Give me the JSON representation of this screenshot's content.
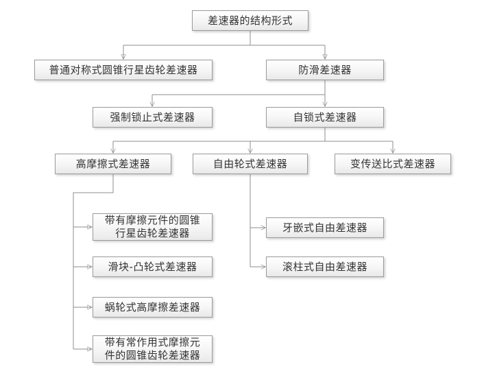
{
  "diagram": {
    "type": "hierarchy-flowchart",
    "nodes": [
      {
        "id": "root",
        "label": "差速器的结构形式"
      },
      {
        "id": "ordinary-symmetric",
        "label": "普通对称式圆锥行星齿轮差速器"
      },
      {
        "id": "anti-slip",
        "label": "防滑差速器"
      },
      {
        "id": "forced-locking",
        "label": "强制锁止式差速器"
      },
      {
        "id": "self-locking",
        "label": "自锁式差速器"
      },
      {
        "id": "high-friction",
        "label": "高摩擦式差速器"
      },
      {
        "id": "freewheel",
        "label": "自由轮式差速器"
      },
      {
        "id": "variable-ratio",
        "label": "变传送比式差速器"
      },
      {
        "id": "friction-element-bevel",
        "label": "带有摩擦元件的圆锥\n行星齿轮差速器"
      },
      {
        "id": "slider-cam",
        "label": "滑块-凸轮式差速器"
      },
      {
        "id": "worm-gear-high-friction",
        "label": "蜗轮式高摩擦差速器"
      },
      {
        "id": "constant-friction-bevel",
        "label": "带有常作用式摩擦元\n件的圆锥齿轮差速器"
      },
      {
        "id": "dog-clutch-free",
        "label": "牙嵌式自由差速器"
      },
      {
        "id": "roller-free",
        "label": "滚柱式自由差速器"
      }
    ],
    "edges": [
      {
        "from": "root",
        "to": "ordinary-symmetric"
      },
      {
        "from": "root",
        "to": "anti-slip"
      },
      {
        "from": "anti-slip",
        "to": "forced-locking"
      },
      {
        "from": "anti-slip",
        "to": "self-locking"
      },
      {
        "from": "self-locking",
        "to": "high-friction"
      },
      {
        "from": "self-locking",
        "to": "freewheel"
      },
      {
        "from": "self-locking",
        "to": "variable-ratio"
      },
      {
        "from": "high-friction",
        "to": "friction-element-bevel"
      },
      {
        "from": "high-friction",
        "to": "slider-cam"
      },
      {
        "from": "high-friction",
        "to": "worm-gear-high-friction"
      },
      {
        "from": "high-friction",
        "to": "constant-friction-bevel"
      },
      {
        "from": "freewheel",
        "to": "dog-clutch-free"
      },
      {
        "from": "freewheel",
        "to": "roller-free"
      }
    ],
    "colors": {
      "background": "#ffffff",
      "box_border": "#9a9a9a",
      "box_fill_top": "#ffffff",
      "box_fill_bottom": "#e9e9e9",
      "line": "#8c8c8c",
      "arrowhead": "#606060",
      "text": "#333333"
    }
  }
}
